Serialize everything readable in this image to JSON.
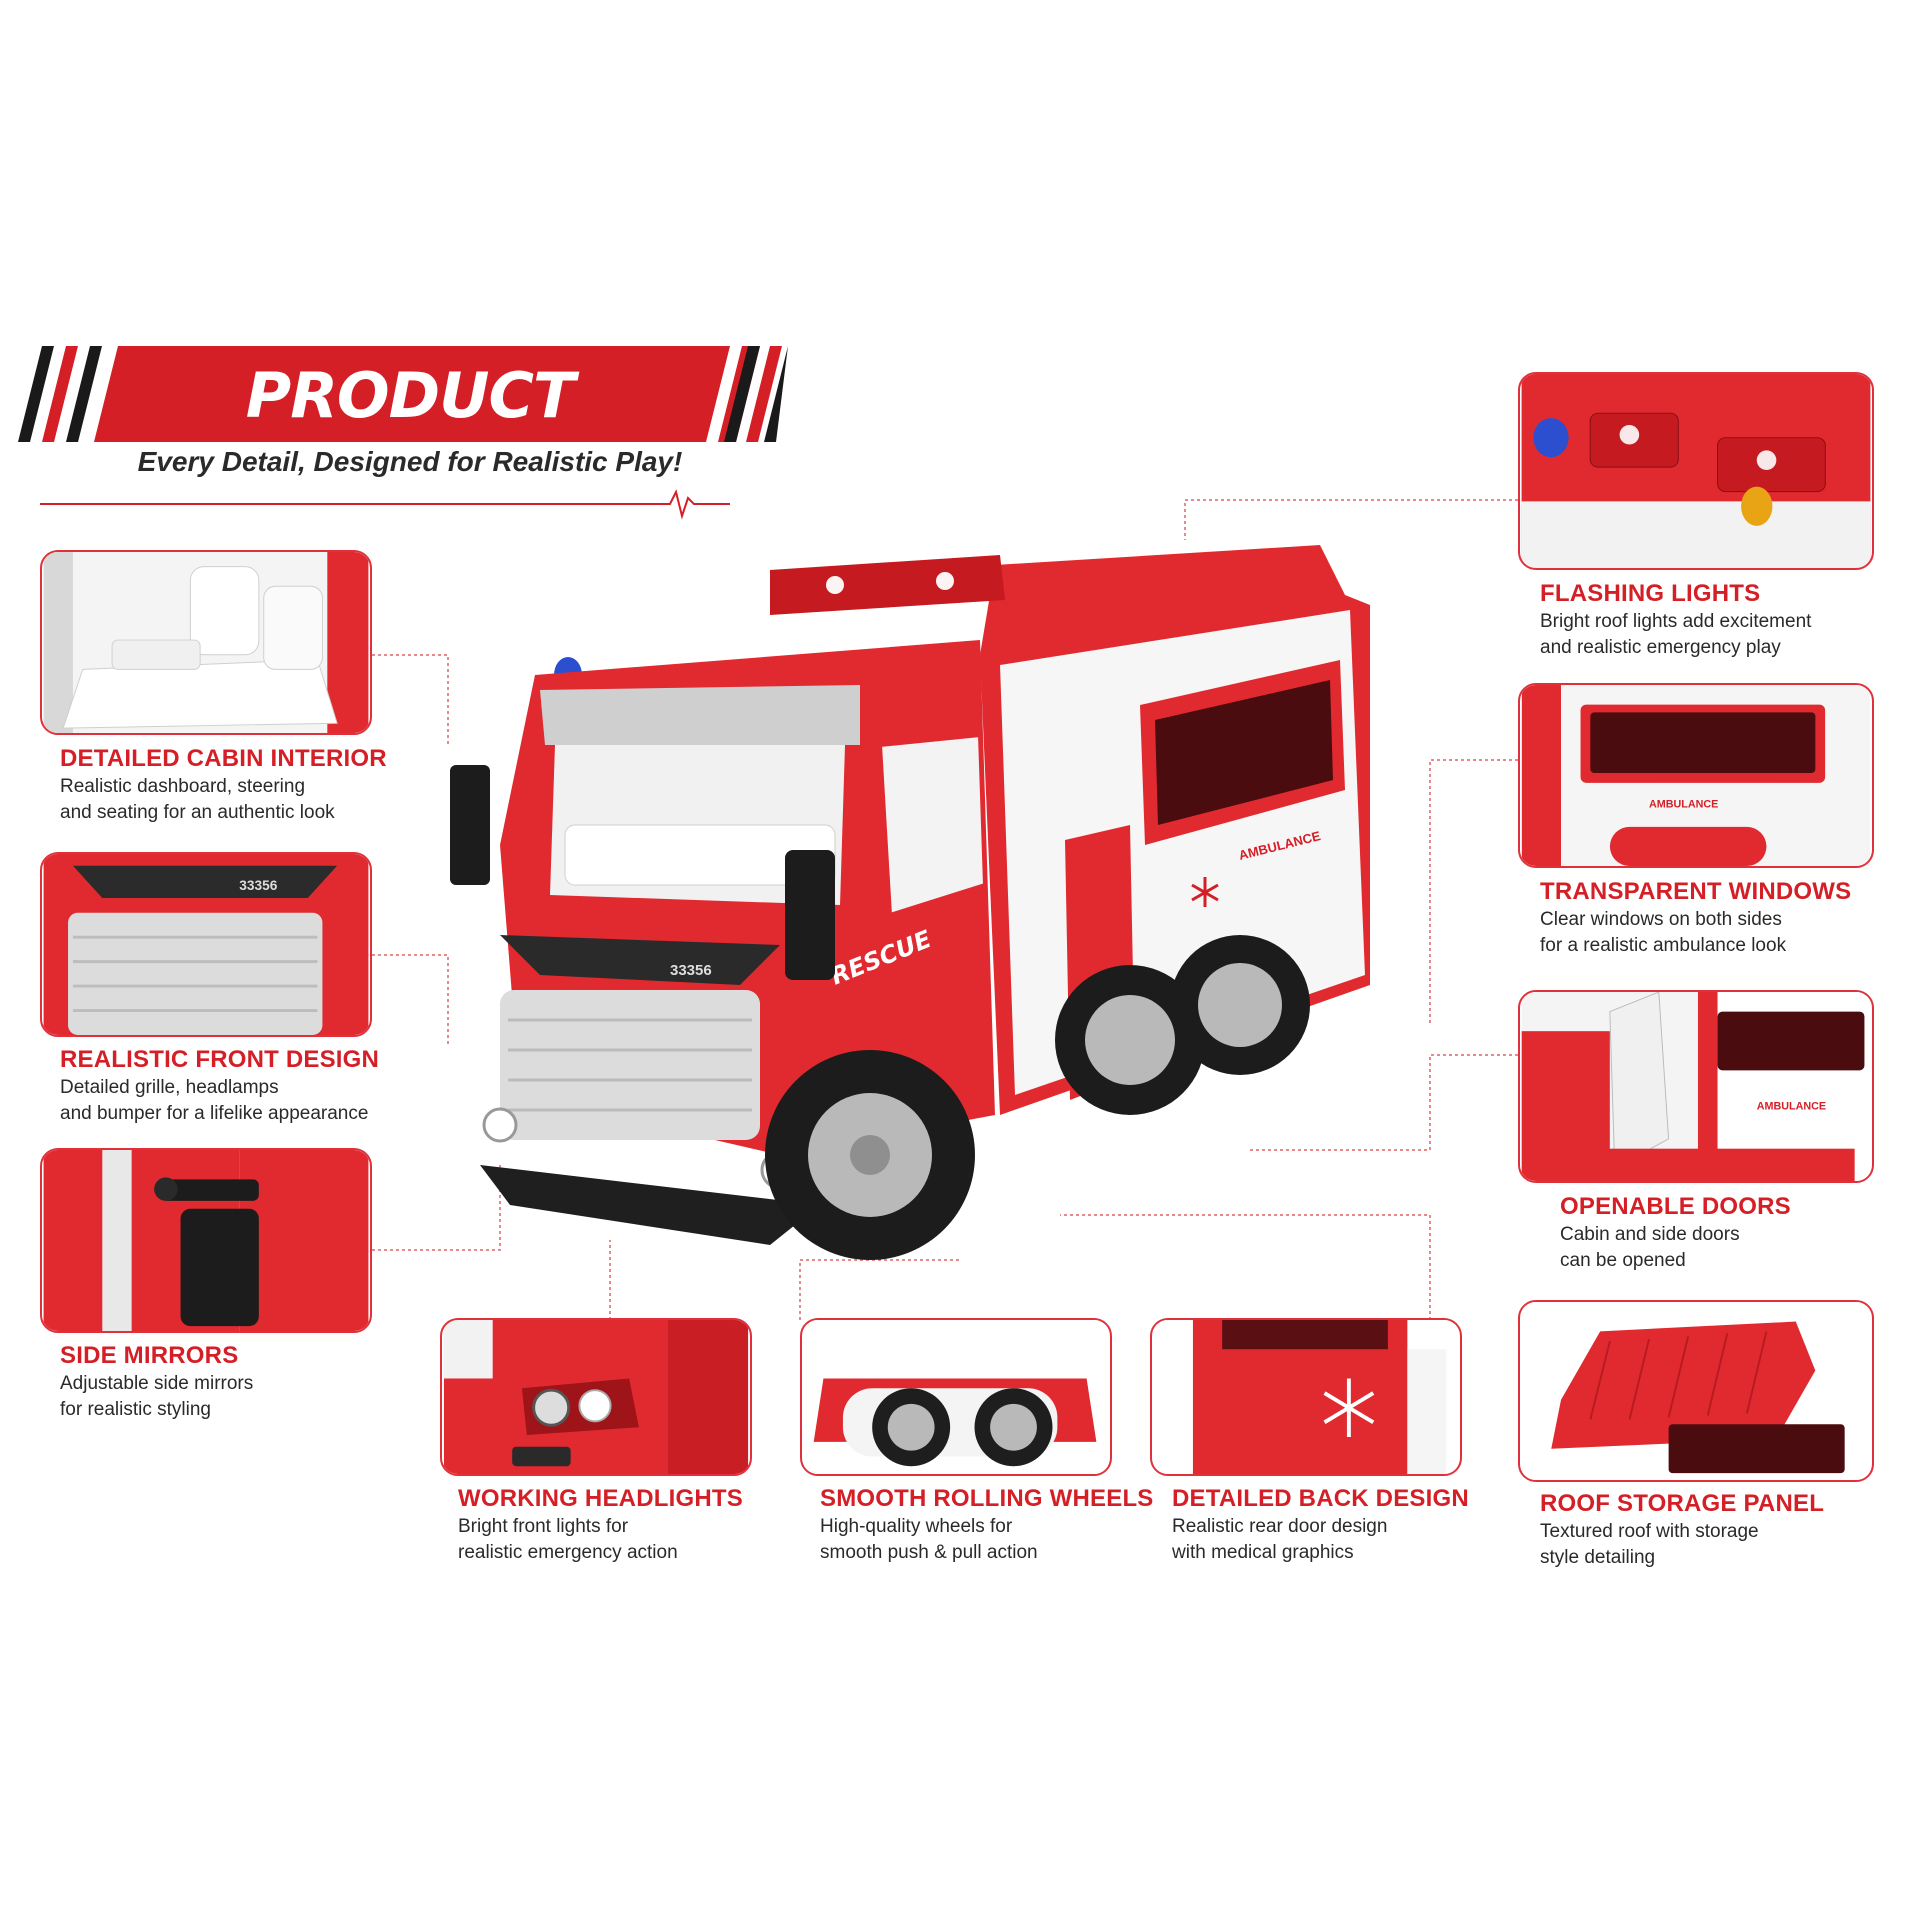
{
  "header": {
    "title": "PRODUCT DETAILING",
    "subtitle": "Every Detail, Designed for Realistic Play!"
  },
  "colors": {
    "brand_red": "#d51f26",
    "dark": "#1a1a1a",
    "light_gray": "#dcdcdc"
  },
  "features": {
    "cabin": {
      "title": "DETAILED CABIN INTERIOR",
      "lines": [
        "Realistic dashboard, steering",
        "and seating for an authentic look"
      ]
    },
    "front": {
      "title": "REALISTIC FRONT DESIGN",
      "lines": [
        "Detailed grille, headlamps",
        "and bumper for a lifelike appearance"
      ]
    },
    "mirrors": {
      "title": "SIDE MIRRORS",
      "lines": [
        "Adjustable side mirrors",
        "for realistic styling"
      ]
    },
    "headlights": {
      "title": "WORKING HEADLIGHTS",
      "lines": [
        "Bright front lights for",
        "realistic emergency action"
      ]
    },
    "wheels": {
      "title": "SMOOTH ROLLING WHEELS",
      "lines": [
        "High-quality wheels for",
        "smooth push & pull action"
      ]
    },
    "back": {
      "title": "DETAILED BACK DESIGN",
      "lines": [
        "Realistic rear door design",
        "with medical graphics"
      ]
    },
    "flashing": {
      "title": "FLASHING LIGHTS",
      "lines": [
        "Bright roof lights add excitement",
        "and realistic emergency play"
      ]
    },
    "windows": {
      "title": "TRANSPARENT WINDOWS",
      "lines": [
        "Clear windows on both sides",
        "for a realistic ambulance look"
      ]
    },
    "doors": {
      "title": "OPENABLE DOORS",
      "lines": [
        "Cabin and side doors",
        "can be opened"
      ]
    },
    "roof": {
      "title": "ROOF STORAGE PANEL",
      "lines": [
        "Textured roof with storage",
        "style detailing"
      ]
    }
  },
  "truck_labels": {
    "rescue": "RESCUE",
    "ambulance": "AMBULANCE",
    "grille_badge": "33356"
  }
}
